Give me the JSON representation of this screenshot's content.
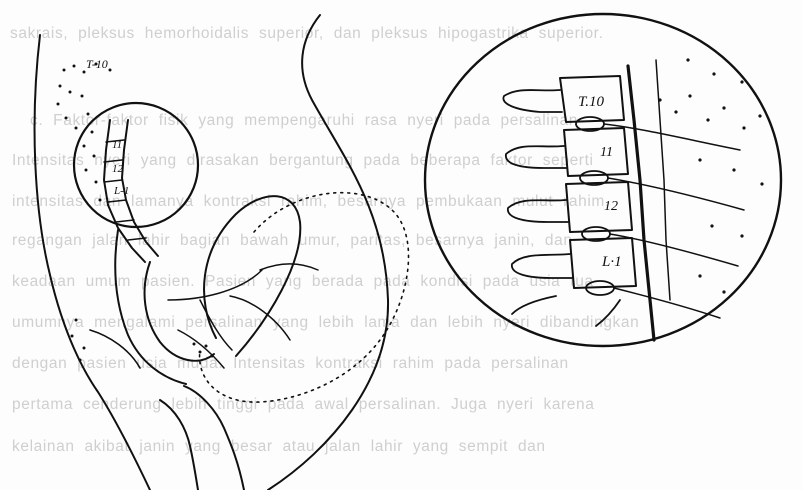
{
  "page_text": {
    "lines": [
      "sakrais, pleksus hemorhoidalis superior, dan pleksus hipogastrika superior.",
      "c. Faktor-faktor fisik yang mempengaruhi rasa nyeri pada persalinan",
      "Intensitas nyeri yang dirasakan bergantung pada beberapa faktor seperti",
      "intensitas dan lamanya kontraksi rahim, besarnya pembukaan mulut rahim,",
      "regangan jalan lahir bagian bawah umur, paritas, besarnya janin, dan",
      "keadaan umum pasien. Pasien yang berada pada kondisi pada usia tua",
      "umumnya mengalami persalinan yang lebih lama dan lebih nyeri dibandingkan",
      "dengan pasien usia muda. Intensitas kontraksi rahim pada persalinan",
      "pertama cenderung lebih tinggi pada awal persalinan. Juga nyeri karena",
      "kelainan akibat janin yang besar atau jalan lahir yang sempit dan"
    ]
  },
  "illustration": {
    "vertebra_labels": [
      "T-10",
      "11",
      "12",
      "L-1"
    ],
    "inset_labels": [
      "T.10",
      "11",
      "12",
      "L·1"
    ]
  }
}
